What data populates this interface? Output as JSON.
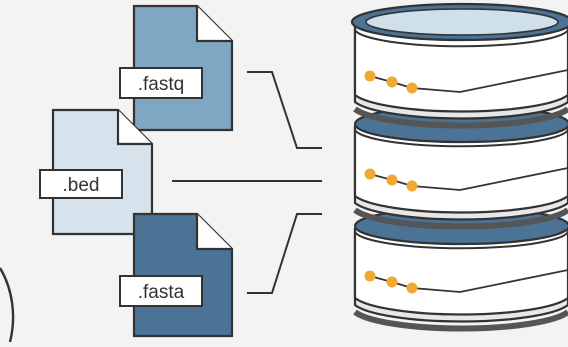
{
  "files": [
    {
      "id": "fastq",
      "label": ".fastq",
      "color": "#7fa6c2"
    },
    {
      "id": "bed",
      "label": ".bed",
      "color": "#d6e2ec"
    },
    {
      "id": "fasta",
      "label": ".fasta",
      "color": "#4a7396"
    }
  ],
  "database": {
    "segments": 3,
    "top_color": "#cfe0eb",
    "rim_color": "#4a7396",
    "body_color": "#ffffff",
    "indicator_color": "#f0a830"
  },
  "colors": {
    "background": "#f3f3f3",
    "stroke": "#333333",
    "label_fill": "#ffffff"
  }
}
